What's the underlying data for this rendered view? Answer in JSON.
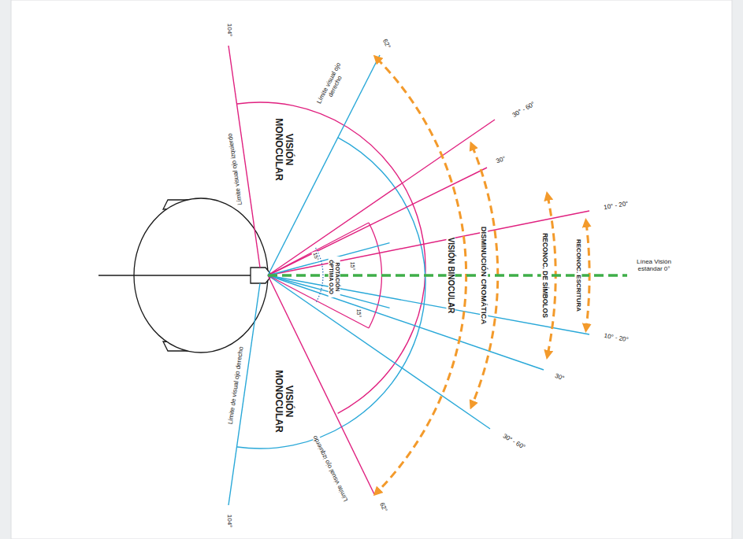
{
  "diagram": {
    "labels": [
      "104°",
      "Límite visual ojo izquierdo",
      "62°",
      "Límite visual ojo derecho",
      "VISIÓN MONOCULAR",
      "30° - 60°",
      "30°",
      "10° - 20°",
      "15°",
      "15°",
      "ROTACIÓN ÓPTIMA OJO",
      "15°",
      "VISIÓN BINOCULAR",
      "DISMINUCIÓN CROMÁTICA",
      "RECONOC. DE SÍMBOLOS",
      "RECONOC. ESCRITURA",
      "Línea Visión estándar 0°",
      "10° - 20°",
      "30°",
      "30° - 60°",
      "VISIÓN MONOCULAR",
      "Límite visual ojo izquierdo",
      "Límite de visual ojo derecho",
      "62°",
      "104°"
    ]
  }
}
